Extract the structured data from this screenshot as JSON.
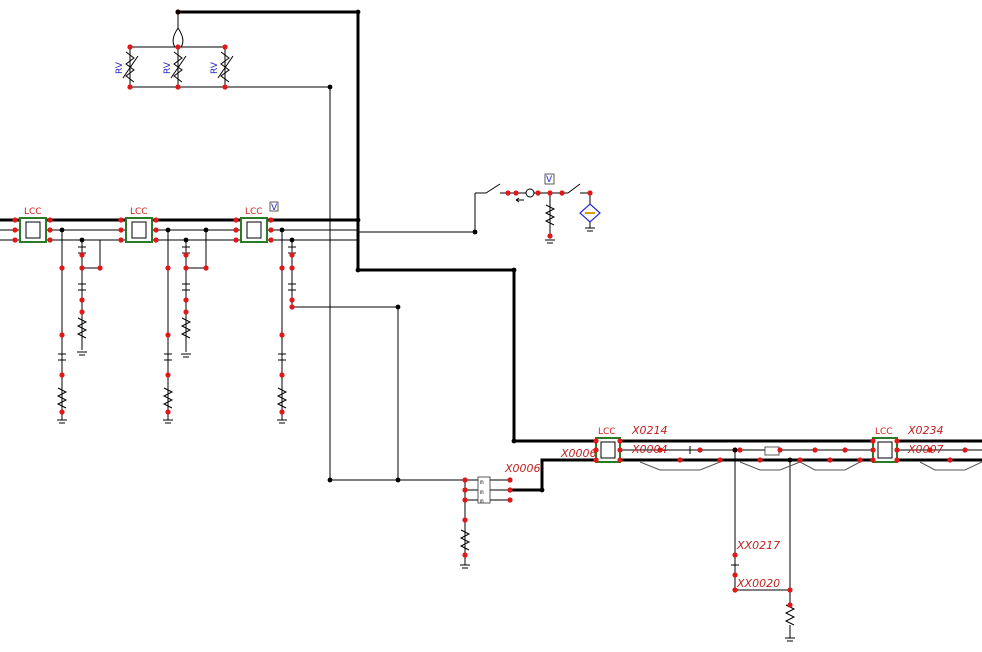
{
  "lcc_label": "LCC",
  "surge_label": "RV",
  "meter_label": "V",
  "node_labels": {
    "x0214": "X0214",
    "x0006": "X0006",
    "x0004": "X0004",
    "x0006b": "X0006",
    "x0234": "X0234",
    "x0007": "X0007",
    "xx0217": "XX0217",
    "xx0020": "XX0020"
  },
  "colors": {
    "wire": "#000000",
    "node": "#e01818",
    "lcc_border": "#2a7a2a",
    "label": "#c02020",
    "surge": "#2a2ad0"
  }
}
